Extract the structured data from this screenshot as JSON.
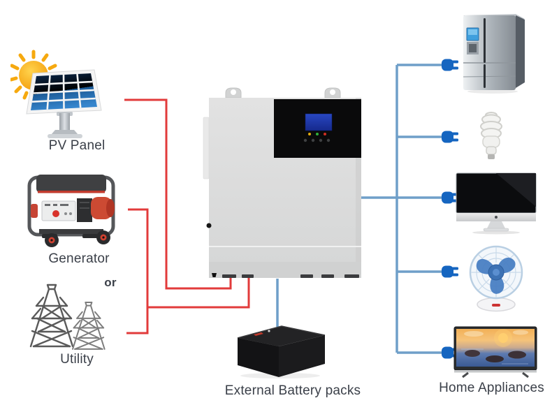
{
  "colors": {
    "source_line": "#e23b3b",
    "load_line": "#6f9fc9",
    "plug": "#1565c0",
    "label_text": "#3b4049"
  },
  "sources": [
    {
      "label": "PV Panel"
    },
    {
      "label": "Generator"
    },
    {
      "label": "Utility"
    }
  ],
  "or_label": "or",
  "battery_label": "External Battery packs",
  "appliances_label": "Home Appliances",
  "icons": {
    "sources": [
      "sun-and-solar-panel-icon",
      "generator-icon",
      "utility-towers-icon"
    ],
    "center": "inverter-icon",
    "battery": "battery-pack-icon",
    "appliances": [
      "refrigerator-icon",
      "cfl-bulb-icon",
      "monitor-icon",
      "desk-fan-icon",
      "tv-icon"
    ],
    "connector": "power-plug-icon"
  }
}
